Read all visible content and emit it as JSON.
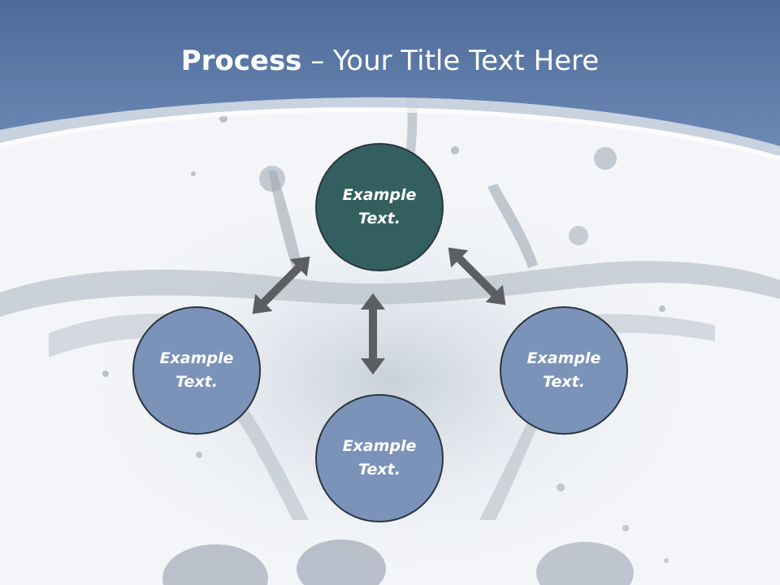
{
  "title": {
    "bold": "Process",
    "rest": " – Your Title Text Here"
  },
  "nodes": {
    "center": {
      "line1": "Example",
      "line2": "Text."
    },
    "left": {
      "line1": "Example",
      "line2": "Text."
    },
    "bottom": {
      "line1": "Example",
      "line2": "Text."
    },
    "right": {
      "line1": "Example",
      "line2": "Text."
    }
  },
  "colors": {
    "header": "#5a79a7",
    "center_node": "#33605f",
    "outer_node": "#7b93b9",
    "arrow": "#5c5e61"
  }
}
